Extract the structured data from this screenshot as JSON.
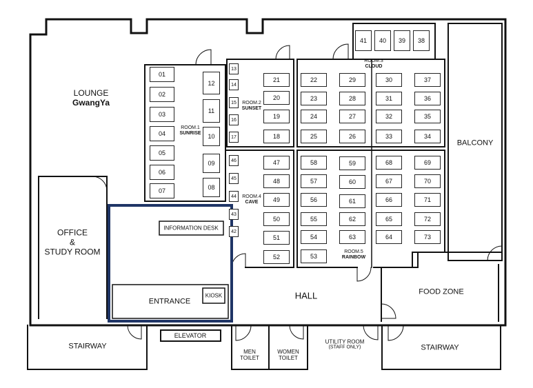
{
  "title": "",
  "colors": {
    "wall": "#111111",
    "highlight": "#1f3566"
  },
  "areas": {
    "lounge": {
      "line1": "LOUNGE",
      "line2": "GwangYa"
    },
    "office": {
      "line1": "OFFICE",
      "line2": "&",
      "line3": "STUDY ROOM"
    },
    "balcony": "BALCONY",
    "food_zone": "FOOD ZONE",
    "hall": "HALL",
    "entrance": "ENTRANCE",
    "kiosk": "KIOSK",
    "info_desk": "INFORMATION DESK",
    "elevator": "ELEVATOR",
    "stairway_left": "STAIRWAY",
    "stairway_right": "STAIRWAY",
    "men_toilet": {
      "line1": "MEN",
      "line2": "TOILET"
    },
    "women_toilet": {
      "line1": "WOMEN",
      "line2": "TOILET"
    },
    "utility": {
      "line1": "UTILITY ROOM",
      "line2": "(STAFF ONLY)"
    }
  },
  "rooms": {
    "room1": {
      "num": "ROOM.1",
      "name": "SUNRISE"
    },
    "room2": {
      "num": "ROOM.2",
      "name": "SUNSET"
    },
    "room3": {
      "num": "ROOM.3",
      "name": "CLOUD"
    },
    "room4": {
      "num": "ROOM.4",
      "name": "CAVE"
    },
    "room5": {
      "num": "ROOM.5",
      "name": "RAINBOW"
    }
  },
  "seats": [
    "01",
    "02",
    "03",
    "04",
    "05",
    "06",
    "07",
    "08",
    "09",
    "10",
    "11",
    "12",
    "13",
    "14",
    "15",
    "16",
    "17",
    "18",
    "19",
    "20",
    "21",
    "22",
    "23",
    "24",
    "25",
    "26",
    "27",
    "28",
    "29",
    "30",
    "31",
    "32",
    "33",
    "34",
    "35",
    "36",
    "37",
    "38",
    "39",
    "40",
    "41",
    "42",
    "43",
    "44",
    "45",
    "46",
    "47",
    "48",
    "49",
    "50",
    "51",
    "52",
    "53",
    "54",
    "55",
    "56",
    "57",
    "58",
    "59",
    "60",
    "61",
    "62",
    "63",
    "64",
    "65",
    "66",
    "67",
    "68",
    "69",
    "70",
    "71",
    "72",
    "73"
  ]
}
